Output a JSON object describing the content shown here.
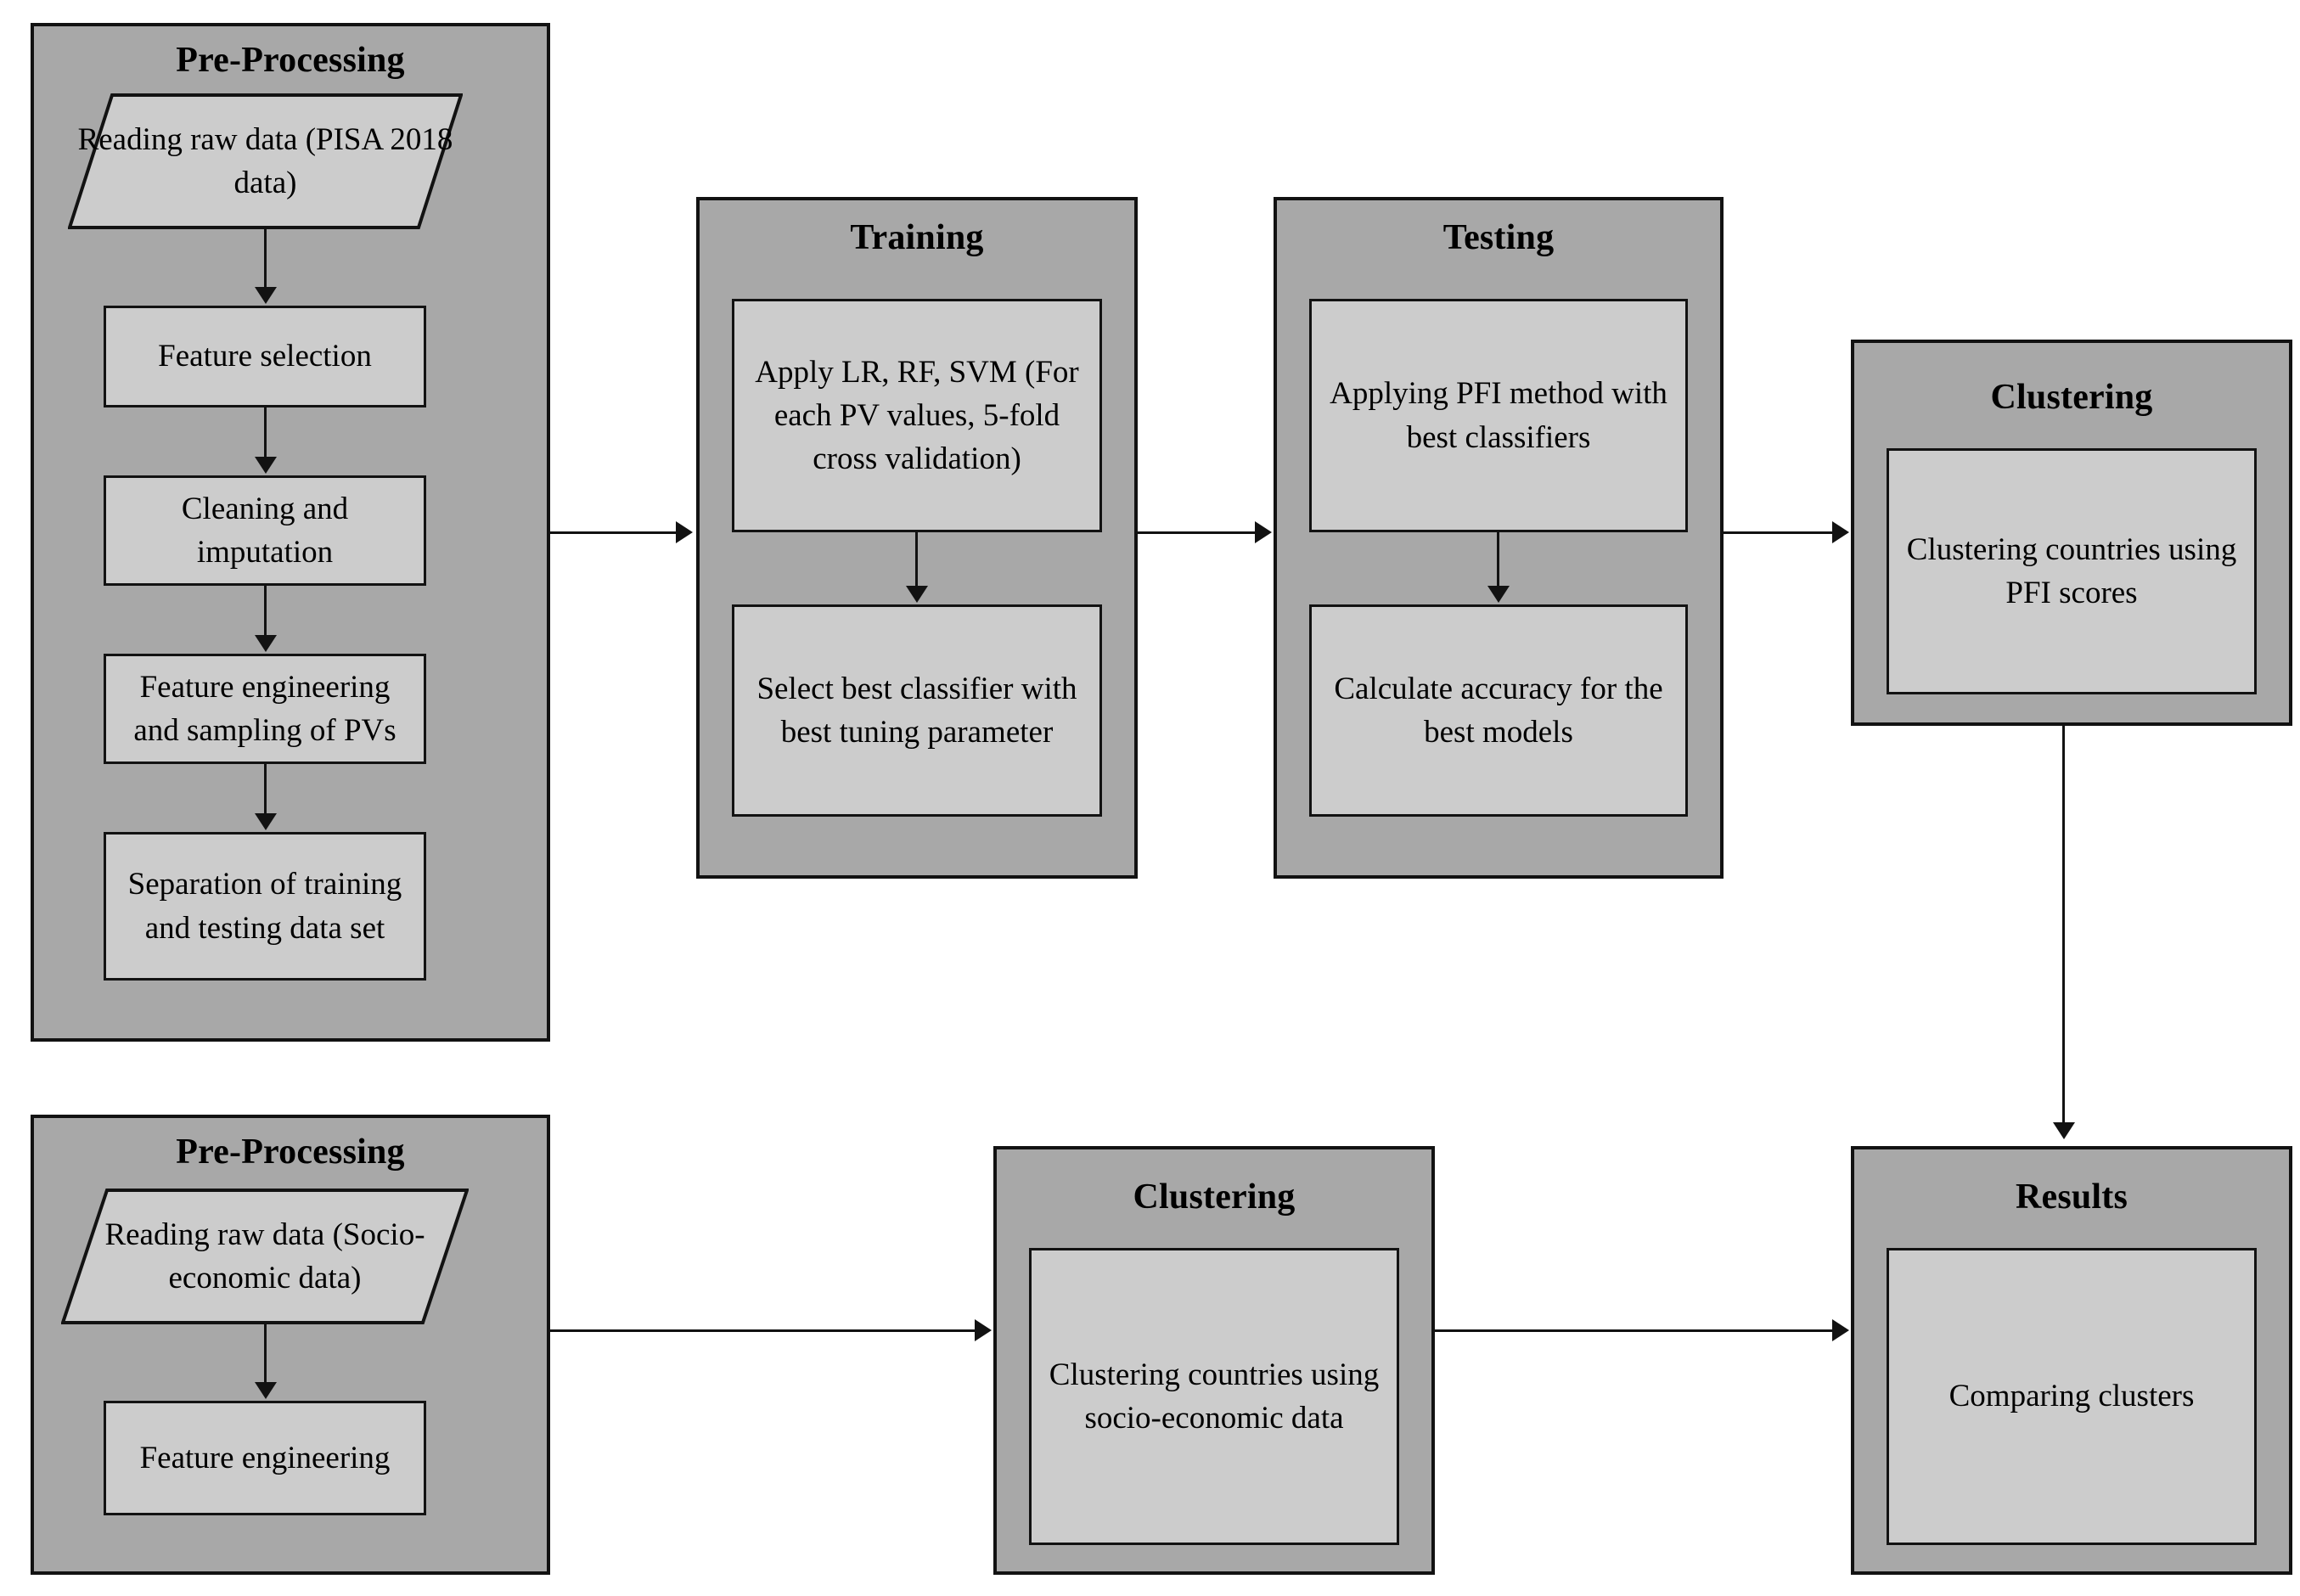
{
  "diagram": {
    "title": "Machine learning and clustering methodology flowchart",
    "colors": {
      "panel_fill": "#a8a8a8",
      "node_fill": "#cccccc",
      "stroke": "#121212",
      "background": "#ffffff"
    }
  },
  "panels": {
    "preprocessing_top": {
      "title": "Pre-Processing",
      "nodes": {
        "input": "Reading raw data (PISA 2018 data)",
        "feature_selection": "Feature selection",
        "cleaning": "Cleaning and imputation",
        "feature_engineering": "Feature engineering and sampling of PVs",
        "separation": "Separation of training and testing data set"
      }
    },
    "training": {
      "title": "Training",
      "nodes": {
        "apply": "Apply LR, RF, SVM (For each PV values, 5-fold cross validation)",
        "select": "Select best classifier with best tuning parameter"
      }
    },
    "testing": {
      "title": "Testing",
      "nodes": {
        "apply_pfi": "Applying PFI method with best classifiers",
        "calculate": "Calculate accuracy for the best models"
      }
    },
    "clustering_top": {
      "title": "Clustering",
      "nodes": {
        "cluster_pfi": "Clustering countries using PFI scores"
      }
    },
    "preprocessing_bottom": {
      "title": "Pre-Processing",
      "nodes": {
        "input": "Reading raw data (Socio-economic data)",
        "feature_engineering": "Feature engineering"
      }
    },
    "clustering_bottom": {
      "title": "Clustering",
      "nodes": {
        "cluster_socio": "Clustering countries using socio-economic data"
      }
    },
    "results": {
      "title": "Results",
      "nodes": {
        "comparing": "Comparing clusters"
      }
    }
  }
}
